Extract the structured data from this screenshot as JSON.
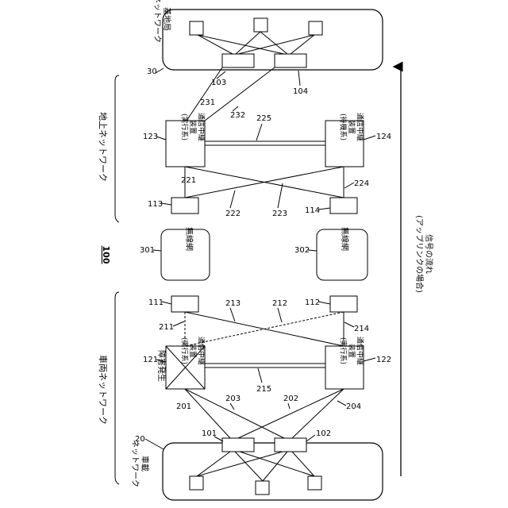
{
  "figure_number": "100",
  "networks": {
    "ground": {
      "ref": "30",
      "name": "基地局\nネットワーク"
    },
    "vehicle": {
      "ref": "20",
      "name": "車載\nネットワーク"
    }
  },
  "region_labels": {
    "ground": "地上ネットワーク",
    "vehicle": "車両ネットワーク"
  },
  "relays": [
    {
      "ref": "123",
      "text": "通信中継\n装置\n(実行系)"
    },
    {
      "ref": "124",
      "text": "通信中継\n装置\n(待機系)"
    },
    {
      "ref": "121",
      "text": "通信中継\n装置\n(実行系)"
    },
    {
      "ref": "122",
      "text": "通信中継\n装置\n(実行系)"
    }
  ],
  "wireless": [
    {
      "ref": "301",
      "text": "無線網"
    },
    {
      "ref": "302",
      "text": "無線網"
    }
  ],
  "refs": {
    "sw103": "103",
    "sw104": "104",
    "l231": "231",
    "l232": "232",
    "l225": "225",
    "t113": "113",
    "t114": "114",
    "l221": "221",
    "l222": "222",
    "l223": "223",
    "l224": "224",
    "t111": "111",
    "t112": "112",
    "l211": "211",
    "l212": "212",
    "l213": "213",
    "l214": "214",
    "l215": "215",
    "l201": "201",
    "l202": "202",
    "l203": "203",
    "l204": "204",
    "sw101": "101",
    "sw102": "102"
  },
  "fault_label": "障害発生",
  "signal_flow": "信号の流れ\n(アップリンクの場合)"
}
